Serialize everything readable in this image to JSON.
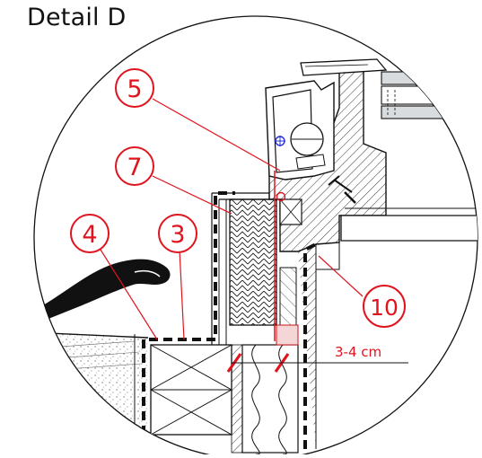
{
  "title": "Detail D",
  "callouts": [
    {
      "id": "c5",
      "label": "5"
    },
    {
      "id": "c7",
      "label": "7"
    },
    {
      "id": "c4",
      "label": "4"
    },
    {
      "id": "c3",
      "label": "3"
    },
    {
      "id": "c10",
      "label": "10"
    }
  ],
  "dimension": {
    "label": "3-4 cm"
  },
  "colors": {
    "callout": "#e0141e",
    "line": "#111111",
    "glass": "#cfd3d6",
    "mark": "#2430d8"
  }
}
